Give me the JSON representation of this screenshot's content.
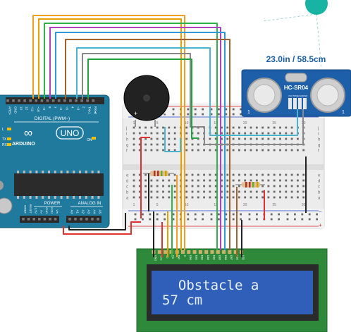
{
  "arduino": {
    "brand": "ARDUINO",
    "model": "UNO",
    "digital_label": "DIGITAL (PWM~)",
    "power_label": "POWER",
    "analog_label": "ANALOG IN",
    "on_label": "ON",
    "l_label": "L",
    "tx_label": "TX",
    "rx_label": "RX",
    "aref_label": "AREF",
    "gnd_label": "GND",
    "digital_pins": [
      "13",
      "12",
      "~11",
      "~10",
      "~9",
      "8",
      "7",
      "~6",
      "~5",
      "4",
      "~3",
      "2",
      "TX▸1",
      "RX◂0"
    ],
    "power_pins": [
      "IOREF",
      "RESET",
      "3.3V",
      "5V",
      "GND",
      "GND",
      "Vin"
    ],
    "analog_pins": [
      "A0",
      "A1",
      "A2",
      "A3",
      "A4",
      "A5"
    ]
  },
  "sensor": {
    "model": "HC-SR04",
    "readout": "23.0in / 58.5cm",
    "pins": [
      "VCC",
      "TRIG",
      "ECHO",
      "GND"
    ]
  },
  "buzzer": {
    "plus": "+",
    "minus": "−"
  },
  "breadboard": {
    "row_letters": [
      "j",
      "i",
      "h",
      "g",
      "f",
      "e",
      "d",
      "c",
      "b",
      "a"
    ],
    "col_numbers": [
      "1",
      "5",
      "10",
      "15",
      "20",
      "25",
      "30"
    ],
    "rail_plus": "+",
    "rail_minus": "−"
  },
  "lcd": {
    "line1": "  Obstacle a",
    "line2": "57 cm",
    "pins": [
      "GND",
      "VCC",
      "V0",
      "RS",
      "RW",
      "E",
      "DB0",
      "DB1",
      "DB2",
      "DB3",
      "DB4",
      "DB5",
      "DB6",
      "DB7",
      "LED",
      "LED"
    ]
  },
  "colors": {
    "arduino": "#1f7a9e",
    "sensor": "#1d5fa8",
    "lcd_panel": "#2f5fb8",
    "lcd_board": "#2e8a3a",
    "breadboard": "#eeeeee",
    "target": "#17b3a3"
  }
}
